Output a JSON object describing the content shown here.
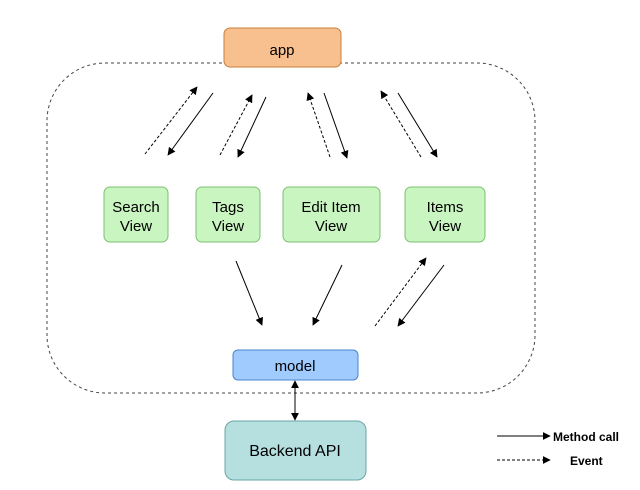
{
  "nodes": {
    "app": {
      "label": "app",
      "fill": "#f9c08f",
      "stroke": "#c87f3c"
    },
    "search_view": {
      "line1": "Search",
      "line2": "View",
      "fill": "#c9f5c0",
      "stroke": "#7fbf72"
    },
    "tags_view": {
      "line1": "Tags",
      "line2": "View",
      "fill": "#c9f5c0",
      "stroke": "#7fbf72"
    },
    "edit_item_view": {
      "line1": "Edit Item",
      "line2": "View",
      "fill": "#c9f5c0",
      "stroke": "#7fbf72"
    },
    "items_view": {
      "line1": "Items",
      "line2": "View",
      "fill": "#c9f5c0",
      "stroke": "#7fbf72"
    },
    "model": {
      "label": "model",
      "fill": "#9fcbff",
      "stroke": "#4a86c8"
    },
    "backend_api": {
      "label": "Backend API",
      "fill": "#b6dfe0",
      "stroke": "#6aa4a6"
    }
  },
  "legend": {
    "method_call": "Method call",
    "event": "Event"
  },
  "colors": {
    "line": "#000000",
    "container_border": "#444444"
  }
}
